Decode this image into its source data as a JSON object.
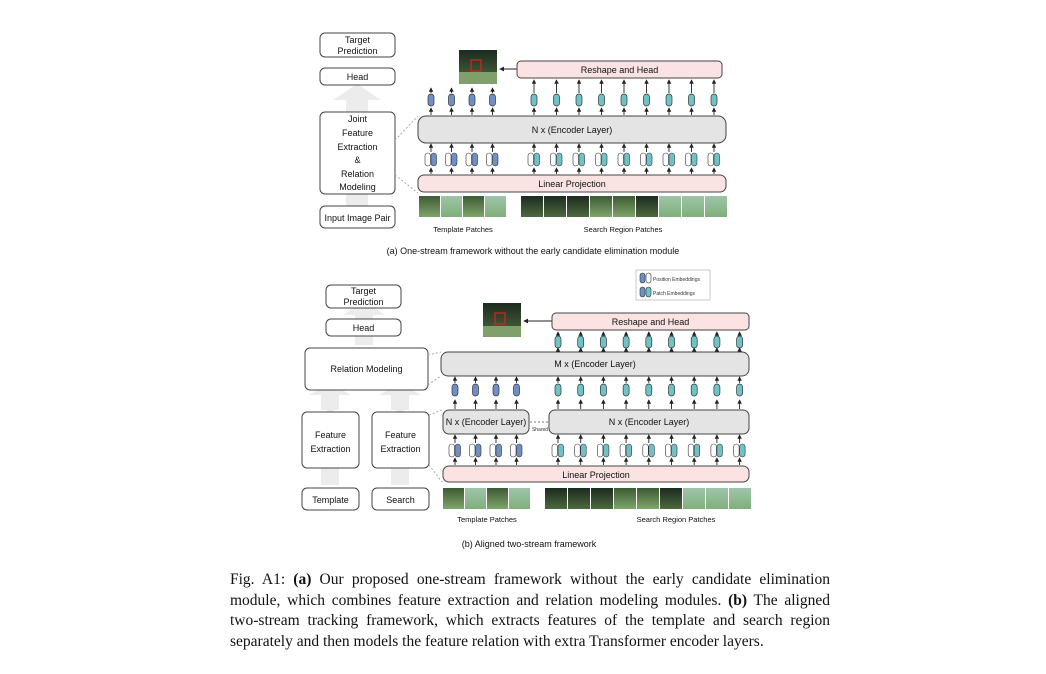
{
  "panel_a": {
    "target_prediction": [
      "Target",
      "Prediction"
    ],
    "head": "Head",
    "joint_block": [
      "Joint",
      "Feature",
      "Extraction",
      "&",
      "Relation",
      "Modeling"
    ],
    "input_pair": "Input Image Pair",
    "reshape_head": "Reshape and Head",
    "encoder": "N x (Encoder Layer)",
    "linear_projection": "Linear Projection",
    "template_patches": "Template Patches",
    "search_patches": "Search Region Patches",
    "caption": "(a) One-stream framework without the early candidate elimination module"
  },
  "legend": {
    "position": "Position Embeddings",
    "patch": "Patch Embeddings"
  },
  "panel_b": {
    "target_prediction": [
      "Target",
      "Prediction"
    ],
    "head": "Head",
    "relation_modeling": "Relation Modeling",
    "feature_extraction": [
      "Feature",
      "Extraction"
    ],
    "template": "Template",
    "search": "Search",
    "reshape_head": "Reshape and Head",
    "m_encoder": "M x (Encoder Layer)",
    "n_encoder_left": "N x (Encoder Layer)",
    "n_encoder_right": "N x (Encoder Layer)",
    "shared": "Shared",
    "linear_projection": "Linear Projection",
    "template_patches": "Template Patches",
    "search_patches": "Search Region Patches",
    "caption": "(b) Aligned two-stream framework"
  },
  "figure_caption": {
    "label": "Fig. A1: ",
    "a_tag": "(a)",
    "a_text": " Our proposed one-stream framework without the early candidate elimination module, which combines feature extraction and relation modeling modules. ",
    "b_tag": "(b)",
    "b_text": " The aligned two-stream tracking framework, which extracts features of the template and search region separately and then models the feature relation with extra Transformer encoder layers."
  },
  "colors": {
    "box_border": "#444444",
    "encoder_fill": "#e4e4e4",
    "pink_fill": "#fbe3e3",
    "token_blue": "#6f8fc6",
    "token_teal": "#6fc2c6",
    "big_arrow": "#e8e8e8"
  }
}
